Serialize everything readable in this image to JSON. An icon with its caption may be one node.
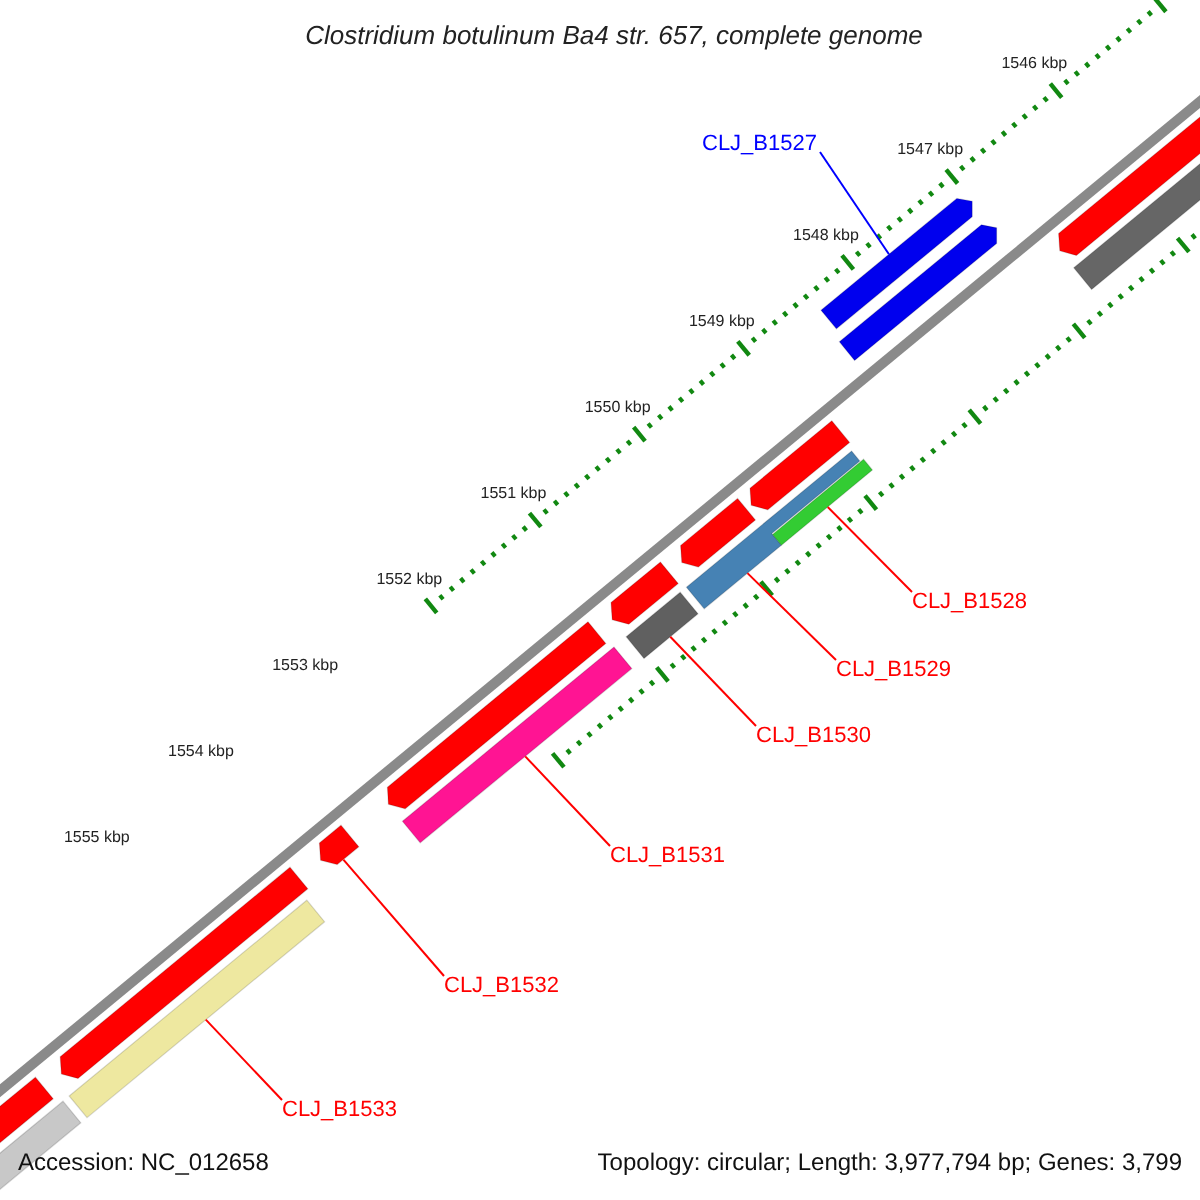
{
  "diagram": {
    "title": "Clostridium botulinum Ba4 str. 657, complete genome",
    "nodes": [
      {
        "text": [
          "CLJ_B1527"
        ]
      },
      {
        "text": [
          "CLJ_B1528"
        ]
      },
      {
        "text": [
          "CLJ_B1529"
        ]
      },
      {
        "text": [
          "CLJ_B1530"
        ]
      },
      {
        "text": [
          "CLJ_B1531"
        ]
      },
      {
        "text": [
          "CLJ_B1532"
        ]
      },
      {
        "text": [
          "CLJ_B1533"
        ]
      },
      {
        "text": [],
        "shape": "bar"
      },
      {
        "text": [],
        "shape": "bar"
      },
      {
        "text": [],
        "shape": "bar"
      },
      {
        "text": [],
        "shape": "bar"
      },
      {
        "text": [],
        "shape": "bar"
      },
      {
        "text": [],
        "shape": "bar"
      },
      {
        "text": [],
        "shape": "bar"
      }
    ],
    "edges": [
      {
        "from": 0,
        "to": 7,
        "arrow": "none",
        "color": "#0000ff"
      },
      {
        "from": 1,
        "to": 8,
        "arrow": "none"
      },
      {
        "from": 2,
        "to": 9,
        "arrow": "none"
      },
      {
        "from": 3,
        "to": 10,
        "arrow": "none"
      },
      {
        "from": 4,
        "to": 11,
        "arrow": "none"
      },
      {
        "from": 5,
        "to": 12,
        "arrow": "none"
      },
      {
        "from": 6,
        "to": 13,
        "arrow": "none"
      }
    ],
    "labels": [
      "1546 kbp",
      "1547 kbp",
      "1548 kbp",
      "1549 kbp",
      "1550 kbp",
      "1551 kbp",
      "1552 kbp",
      "1553 kbp",
      "1554 kbp",
      "1555 kbp",
      "Accession: NC_012658",
      "Topology: circular; Length: 3,977,794 bp; Genes: 3,799"
    ]
  }
}
